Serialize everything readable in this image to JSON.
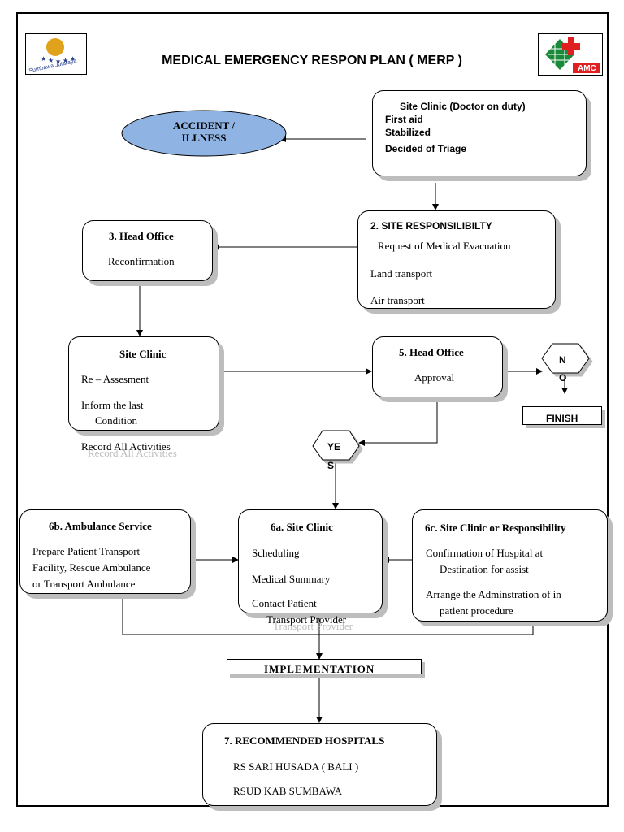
{
  "title": "MEDICAL EMERGENCY RESPON PLAN ( MERP )",
  "logos": {
    "left_text": "Sumbawa Jutaraya",
    "right_text": "AMC",
    "colors": {
      "sun": "#e0a21a",
      "stars": "#1f3a8a",
      "cross": "#e02020",
      "globe": "#1a8a3a"
    }
  },
  "accident": {
    "line1": "ACCIDENT /",
    "line2": "ILLNESS",
    "fill": "#8fb4e3"
  },
  "site_clinic_top": {
    "title": "Site Clinic (Doctor on duty)",
    "items": [
      "First aid",
      "Stabilized",
      "Decided of Triage"
    ]
  },
  "site_resp": {
    "title": "2. SITE RESPONSILIBILTY",
    "items": [
      "Request of Medical Evacuation",
      "Land transport",
      "Air transport"
    ]
  },
  "head_office_3": {
    "title": "3. Head Office",
    "items": [
      "Reconfirmation"
    ]
  },
  "site_clinic_mid": {
    "title": "Site Clinic",
    "items": [
      "Re – Assesment",
      "Inform the last",
      "Condition",
      "Record All Activities"
    ]
  },
  "head_office_5": {
    "title": "5. Head Office",
    "items": [
      "Approval"
    ]
  },
  "no": {
    "a": "N",
    "b": "O"
  },
  "yes": {
    "a": "YE",
    "b": "S"
  },
  "finish": "FINISH",
  "ambulance": {
    "title": "6b. Ambulance Service",
    "items": [
      "Prepare Patient Transport",
      "Facility, Rescue Ambulance",
      "or Transport Ambulance"
    ]
  },
  "clinic_6a": {
    "title": "6a. Site Clinic",
    "items": [
      "Scheduling",
      "Medical Summary",
      "Contact Patient",
      "Transport Provider"
    ]
  },
  "clinic_6c": {
    "title": "6c. Site Clinic or Responsibility",
    "items": [
      "Confirmation of  Hospital at",
      "Destination for assist",
      "Arrange the Adminstration of in",
      "patient procedure"
    ]
  },
  "implementation": "IMPLEMENTATION",
  "hospitals": {
    "title": "7.  RECOMMENDED HOSPITALS",
    "items": [
      "RS SARI HUSADA ( BALI )",
      "RSUD KAB SUMBAWA"
    ]
  }
}
